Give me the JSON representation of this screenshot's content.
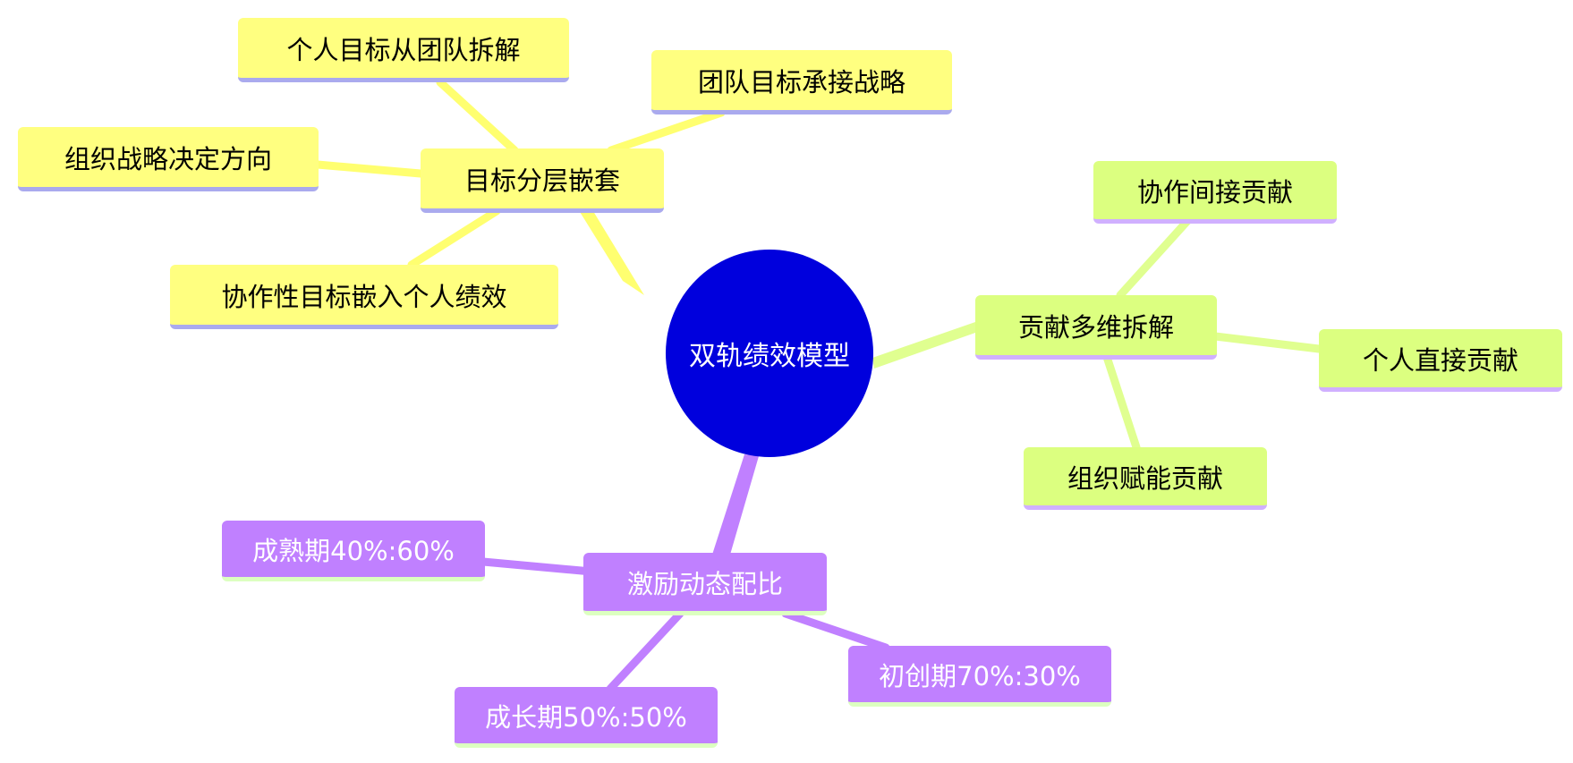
{
  "center": {
    "label": "双轨绩效模型",
    "color": "#0000dd",
    "text_color": "#ffffff"
  },
  "branches": [
    {
      "label": "目标分层嵌套",
      "color": "#ffff80",
      "underline": "#aaaaee",
      "line_color": "#ffff70",
      "text_color": "#000000",
      "children": [
        {
          "label": "个人目标从团队拆解"
        },
        {
          "label": "团队目标承接战略"
        },
        {
          "label": "组织战略决定方向"
        },
        {
          "label": "协作性目标嵌入个人绩效"
        }
      ]
    },
    {
      "label": "贡献多维拆解",
      "color": "#dcff80",
      "underline": "#d0b0ff",
      "line_color": "#e0ff90",
      "text_color": "#000000",
      "children": [
        {
          "label": "协作间接贡献"
        },
        {
          "label": "个人直接贡献"
        },
        {
          "label": "组织赋能贡献"
        }
      ]
    },
    {
      "label": "激励动态配比",
      "color": "#c080ff",
      "underline": "#dcffc0",
      "line_color": "#c080ff",
      "text_color": "#ffffff",
      "children": [
        {
          "label": "成熟期40%:60%"
        },
        {
          "label": "初创期70%:30%"
        },
        {
          "label": "成长期50%:50%"
        }
      ]
    }
  ]
}
